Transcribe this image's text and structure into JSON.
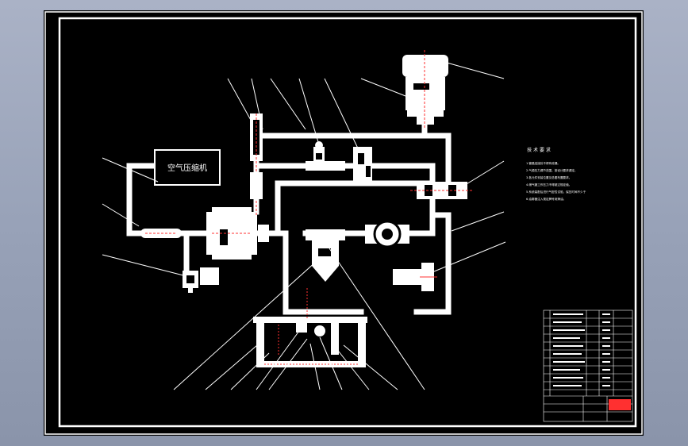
{
  "drawing": {
    "compressor_label": "空气压缩机",
    "tech_title": "技 术 要 求",
    "tech_notes": [
      "1.管路连接处不得有泄漏。",
      "2.气源压力调节范围，按设计要求调定。",
      "3.各元件安装位置见总图布置要求。",
      "4.储气罐工作压力不得超过规定值。",
      "5.系统装配后进行气密性试验，保压时间不少于",
      "6.油雾器注入规定牌号润滑油。"
    ]
  },
  "colors": {
    "sheet": "#000000",
    "line": "#ffffff",
    "accent": "#ff3030",
    "background": "#9aa3b8"
  }
}
